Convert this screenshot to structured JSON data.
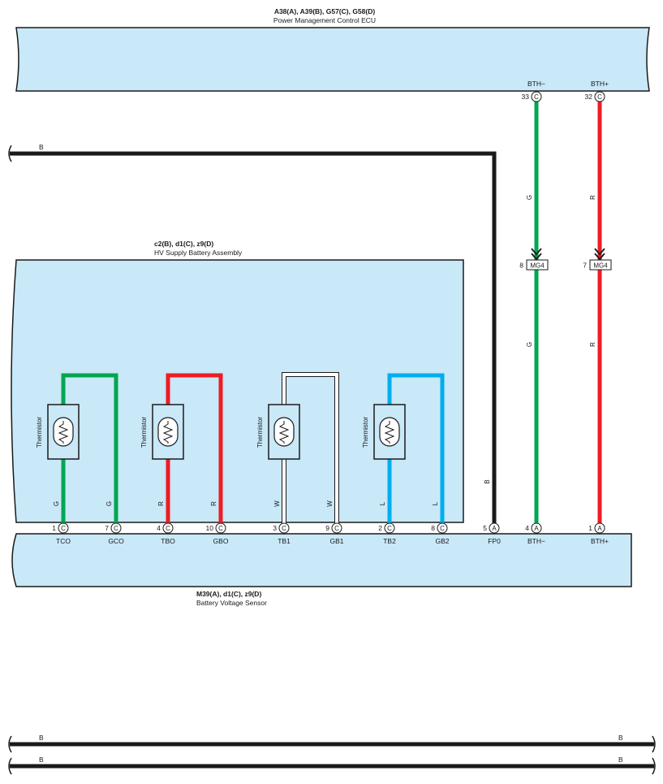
{
  "ecu": {
    "codes": "A38(A), A39(B), G57(C), G58(D)",
    "name": "Power Management Control ECU",
    "pins": [
      {
        "num": "33",
        "connector": "C",
        "terminal": "BTH−"
      },
      {
        "num": "32",
        "connector": "C",
        "terminal": "BTH+"
      }
    ]
  },
  "battery_assembly": {
    "codes": "c2(B), d1(C), z9(D)",
    "name": "HV Supply Battery Assembly",
    "thermistor_label": "Thermistor"
  },
  "sensor": {
    "codes": "M39(A), d1(C), z9(D)",
    "name": "Battery Voltage Sensor",
    "pins": [
      {
        "num": "1",
        "connector": "C",
        "terminal": "TCO",
        "wire": "G"
      },
      {
        "num": "7",
        "connector": "C",
        "terminal": "GCO",
        "wire": "G"
      },
      {
        "num": "4",
        "connector": "C",
        "terminal": "TBO",
        "wire": "R"
      },
      {
        "num": "10",
        "connector": "C",
        "terminal": "GBO",
        "wire": "R"
      },
      {
        "num": "3",
        "connector": "C",
        "terminal": "TB1",
        "wire": "W"
      },
      {
        "num": "9",
        "connector": "C",
        "terminal": "GB1",
        "wire": "W"
      },
      {
        "num": "2",
        "connector": "C",
        "terminal": "TB2",
        "wire": "L"
      },
      {
        "num": "8",
        "connector": "C",
        "terminal": "GB2",
        "wire": "L"
      },
      {
        "num": "5",
        "connector": "A",
        "terminal": "FP0",
        "wire": "B"
      },
      {
        "num": "4",
        "connector": "A",
        "terminal": "BTH−",
        "wire": "G"
      },
      {
        "num": "1",
        "connector": "A",
        "terminal": "BTH+",
        "wire": "R"
      }
    ]
  },
  "junction": {
    "pins": [
      {
        "num": "8",
        "label": "MG4"
      },
      {
        "num": "7",
        "label": "MG4"
      }
    ]
  },
  "wire_labels": {
    "ground_top": "B",
    "fp0_vertical": "B",
    "bth_minus_upper": "G",
    "bth_minus_lower": "G",
    "bth_plus_upper": "R",
    "bth_plus_lower": "R",
    "bottom1_left": "B",
    "bottom1_right": "B",
    "bottom2_left": "B",
    "bottom2_right": "B"
  },
  "colors": {
    "box_fill": "#c9e8f8",
    "green": "#00a651",
    "red": "#ed1c24",
    "blue": "#00aeef",
    "white_wire": "#ffffff",
    "black": "#1a1a1a"
  }
}
